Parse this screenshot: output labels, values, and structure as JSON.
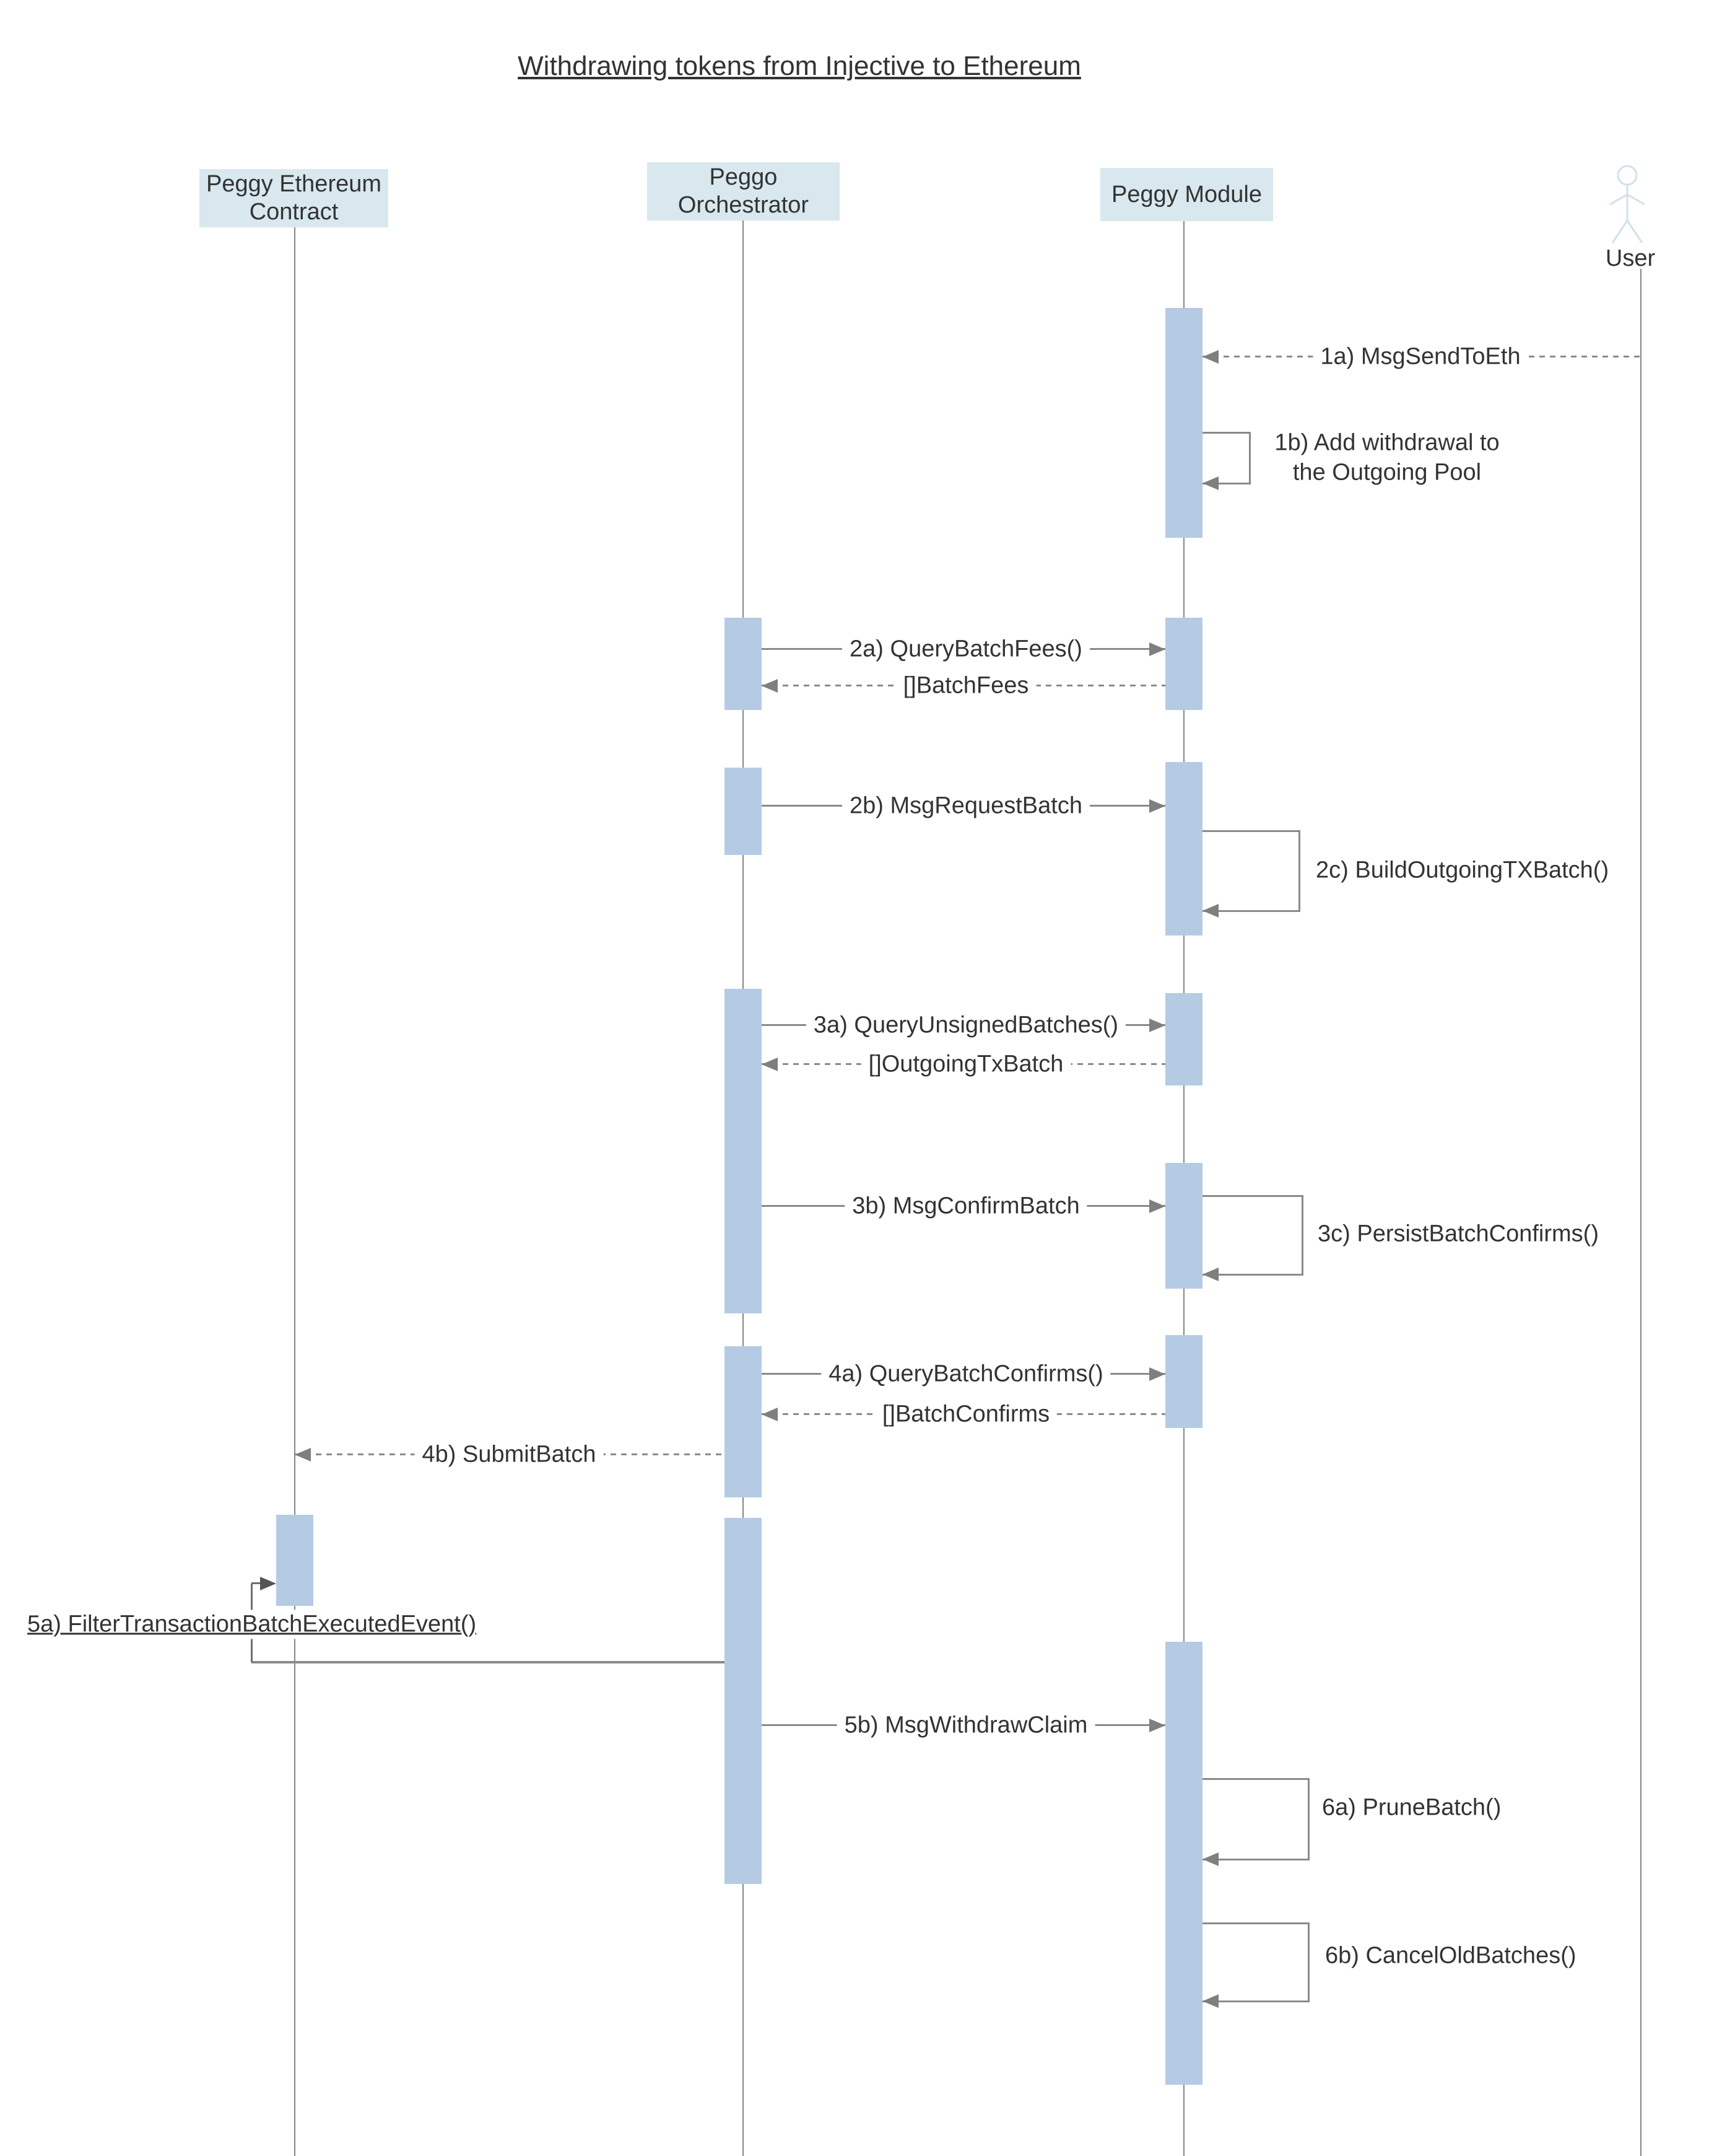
{
  "title": "Withdrawing tokens from Injective to Ethereum",
  "participants": [
    {
      "id": "contract",
      "label": "Peggy Ethereum Contract",
      "kind": "box"
    },
    {
      "id": "orchestrator",
      "label": "Peggo Orchestrator",
      "kind": "box"
    },
    {
      "id": "module",
      "label": "Peggy Module",
      "kind": "box"
    },
    {
      "id": "user",
      "label": "User",
      "kind": "actor"
    }
  ],
  "messages": [
    {
      "id": "1a",
      "label": "1a) MsgSendToEth",
      "from": "user",
      "to": "module",
      "style": "dashed",
      "type": "message"
    },
    {
      "id": "1b",
      "label": "1b) Add withdrawal to the Outgoing Pool",
      "from": "module",
      "to": "module",
      "style": "solid",
      "type": "self"
    },
    {
      "id": "2a",
      "label": "2a) QueryBatchFees()",
      "from": "orchestrator",
      "to": "module",
      "style": "solid",
      "type": "message"
    },
    {
      "id": "2a-return",
      "label": "[]BatchFees",
      "from": "module",
      "to": "orchestrator",
      "style": "dashed",
      "type": "return"
    },
    {
      "id": "2b",
      "label": "2b) MsgRequestBatch",
      "from": "orchestrator",
      "to": "module",
      "style": "solid",
      "type": "message"
    },
    {
      "id": "2c",
      "label": "2c) BuildOutgoingTXBatch()",
      "from": "module",
      "to": "module",
      "style": "solid",
      "type": "self"
    },
    {
      "id": "3a",
      "label": "3a) QueryUnsignedBatches()",
      "from": "orchestrator",
      "to": "module",
      "style": "solid",
      "type": "message"
    },
    {
      "id": "3a-return",
      "label": "[]OutgoingTxBatch",
      "from": "module",
      "to": "orchestrator",
      "style": "dashed",
      "type": "return"
    },
    {
      "id": "3b",
      "label": "3b) MsgConfirmBatch",
      "from": "orchestrator",
      "to": "module",
      "style": "solid",
      "type": "message"
    },
    {
      "id": "3c",
      "label": "3c) PersistBatchConfirms()",
      "from": "module",
      "to": "module",
      "style": "solid",
      "type": "self"
    },
    {
      "id": "4a",
      "label": "4a) QueryBatchConfirms()",
      "from": "orchestrator",
      "to": "module",
      "style": "solid",
      "type": "message"
    },
    {
      "id": "4a-return",
      "label": "[]BatchConfirms",
      "from": "module",
      "to": "orchestrator",
      "style": "dashed",
      "type": "return"
    },
    {
      "id": "4b",
      "label": "4b) SubmitBatch",
      "from": "orchestrator",
      "to": "contract",
      "style": "dashed",
      "type": "message"
    },
    {
      "id": "5a",
      "label": "5a) FilterTransactionBatchExecutedEvent()",
      "from": "orchestrator",
      "to": "contract",
      "style": "solid",
      "type": "found"
    },
    {
      "id": "5b",
      "label": "5b) MsgWithdrawClaim",
      "from": "orchestrator",
      "to": "module",
      "style": "solid",
      "type": "message"
    },
    {
      "id": "6a",
      "label": "6a) PruneBatch()",
      "from": "module",
      "to": "module",
      "style": "solid",
      "type": "self"
    },
    {
      "id": "6b",
      "label": "6b) CancelOldBatches()",
      "from": "module",
      "to": "module",
      "style": "solid",
      "type": "self"
    }
  ],
  "colors": {
    "participant_fill": "#d8e8ee",
    "activation_fill": "#b5cbe4",
    "line_gray": "#8a8a8a",
    "arrowhead_gray": "#7f7f7f",
    "text": "#333333",
    "actor_stroke": "#cfe2ea",
    "background": "#ffffff"
  }
}
